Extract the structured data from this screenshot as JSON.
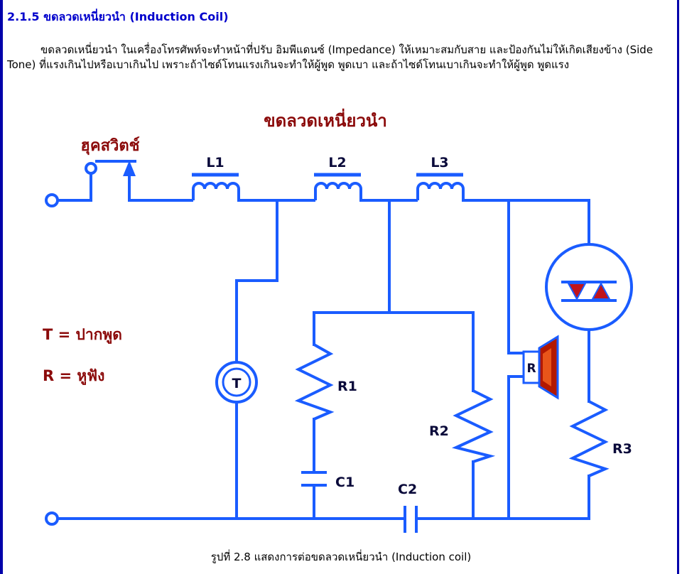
{
  "heading": "2.1.5 ขดลวดเหนี่ยวนำ (Induction Coil)",
  "paragraph": "ขดลวดเหนี่ยวนำ ในเครื่องโทรศัพท์จะทำหน้าที่ปรับ อิมพีแดนซ์ (Impedance) ให้เหมาะสมกับสาย และป้องกันไม่ให้เกิดเสียงข้าง (Side Tone) ที่แรงเกินไปหรือเบาเกินไป เพราะถ้าไซด์โทนแรงเกินจะทำให้ผู้พูด พูดเบา และถ้าไซด์โทนเบาเกินจะทำให้ผู้พูด พูดแรง",
  "diagram": {
    "title": "ขดลวดเหนี่ยวนำ",
    "hook_switch_label": "ฮุคสวิตช์",
    "labels": {
      "L1": "L1",
      "L2": "L2",
      "L3": "L3",
      "R1": "R1",
      "R2": "R2",
      "R3": "R3",
      "C1": "C1",
      "C2": "C2",
      "T_symbol": "T",
      "R_symbol": "R"
    },
    "legend": {
      "t_line": "T = ปากพูด",
      "r_line": "R = หูฟัง"
    },
    "colors": {
      "wire": "#1a5cff",
      "label": "#8b0a0a",
      "component_label": "#0a0a3a",
      "speaker": "#b21800",
      "frame": "#0000aa"
    }
  },
  "caption": "รูปที่ 2.8 แสดงการต่อขดลวดเหนี่ยวนำ (Induction coil)"
}
